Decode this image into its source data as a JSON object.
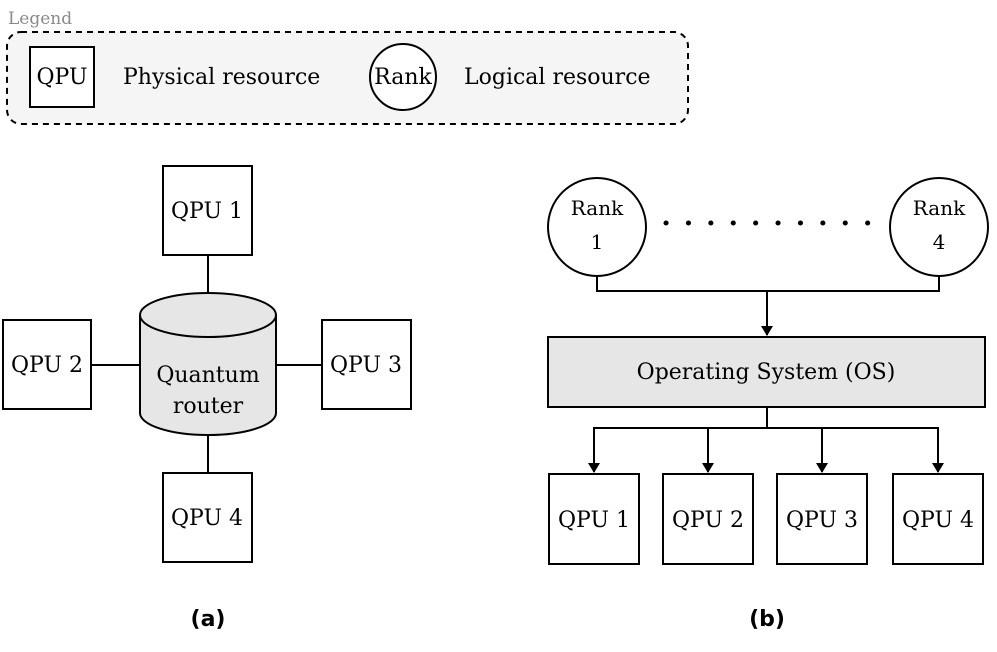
{
  "legend": {
    "title": "Legend",
    "square_label": "QPU",
    "square_meaning": "Physical resource",
    "circle_label": "Rank",
    "circle_meaning": "Logical resource"
  },
  "panel_a": {
    "caption": "(a)",
    "router_line1": "Quantum",
    "router_line2": "router",
    "qpus": [
      "QPU 1",
      "QPU 2",
      "QPU 3",
      "QPU 4"
    ]
  },
  "panel_b": {
    "caption": "(b)",
    "rank_first": {
      "line1": "Rank",
      "line2": "1"
    },
    "rank_last": {
      "line1": "Rank",
      "line2": "4"
    },
    "os_label": "Operating System (OS)",
    "qpus": [
      "QPU 1",
      "QPU 2",
      "QPU 3",
      "QPU 4"
    ]
  },
  "colors": {
    "fill_gray": "#e6e6e6",
    "legend_fill": "#f5f5f5",
    "stroke": "#000000",
    "legend_title": "#8a8a8a"
  }
}
